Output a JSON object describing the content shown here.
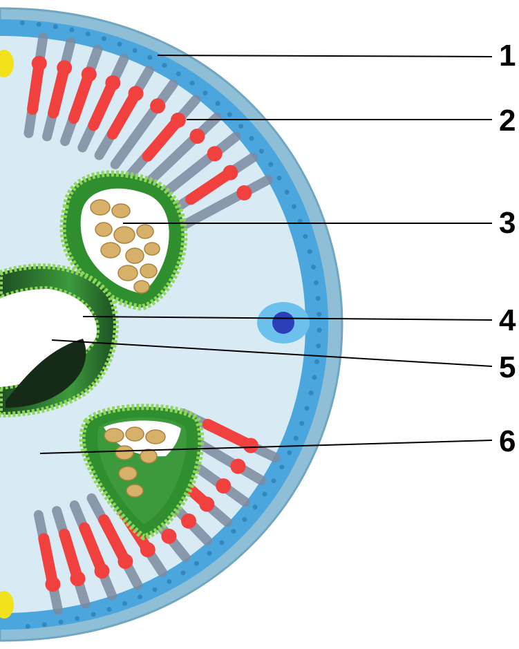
{
  "labels": [
    {
      "id": "1",
      "text": "1"
    },
    {
      "id": "2",
      "text": "2"
    },
    {
      "id": "3",
      "text": "3"
    },
    {
      "id": "4",
      "text": "4"
    },
    {
      "id": "5",
      "text": "5"
    },
    {
      "id": "6",
      "text": "6"
    }
  ],
  "colors": {
    "background": "#ffffff",
    "outer_capsule": "#8fbfd6",
    "cell_layer": "#4aa6dc",
    "lumen_fill": "#d8ebf5",
    "red_cells": "#f0413f",
    "slate_septa": "#7d8aa0",
    "green_wall": "#2f8f2f",
    "green_beads": "#8fd65a",
    "dark_green": "#1d4f22",
    "granules": "#d7b06a",
    "yellow_dot": "#f2e21a",
    "blue_nucleus": "#2b3fb8",
    "leader_line": "#000000"
  }
}
